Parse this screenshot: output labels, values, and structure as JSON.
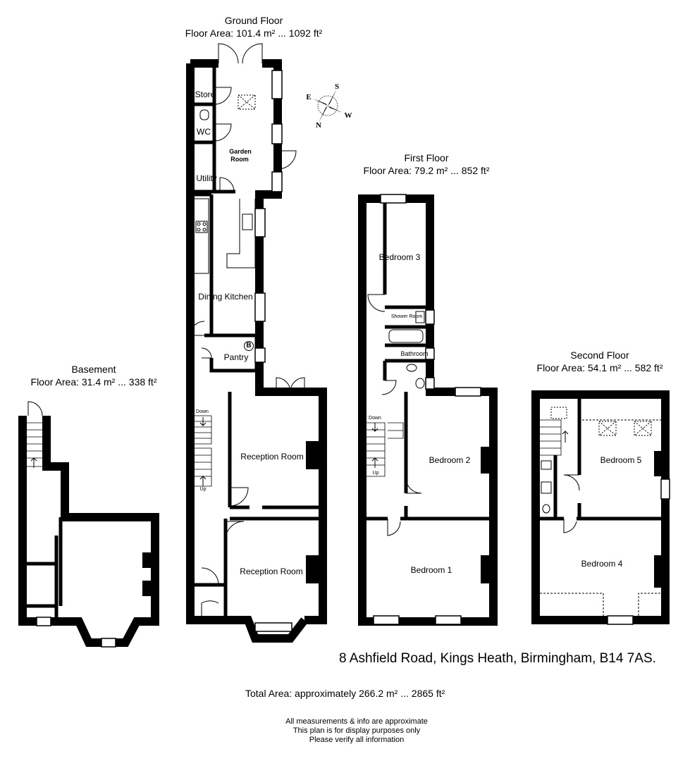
{
  "floors": {
    "ground": {
      "name": "Ground Floor",
      "area": "Floor Area: 101.4 m² ... 1092 ft²"
    },
    "first": {
      "name": "First Floor",
      "area": "Floor Area: 79.2 m² ... 852 ft²"
    },
    "second": {
      "name": "Second Floor",
      "area": "Floor Area: 54.1 m² ... 582 ft²"
    },
    "basement": {
      "name": "Basement",
      "area": "Floor Area: 31.4 m² ... 338 ft²"
    }
  },
  "rooms": {
    "store": "Store",
    "wc": "WC",
    "garden_room_line1": "Garden",
    "garden_room_line2": "Room",
    "utility": "Utility",
    "dining_kitchen": "Dining Kitchen",
    "pantry": "Pantry",
    "boiler": "B",
    "stairs_down": "Down",
    "stairs_up": "Up",
    "reception_1": "Reception Room",
    "reception_2": "Reception Room",
    "bedroom_3": "Bedroom 3",
    "shower_room": "Shower Room",
    "bathroom": "Bathroom",
    "bedroom_2": "Bedroom 2",
    "bedroom_1": "Bedroom 1",
    "first_down": "Down",
    "first_up": "Up",
    "bedroom_5": "Bedroom 5",
    "bedroom_4": "Bedroom 4"
  },
  "compass": {
    "s": "S",
    "e": "E",
    "w": "W",
    "n": "N"
  },
  "address": "8 Ashfield Road, Kings Heath, Birmingham, B14 7AS.",
  "total_area": "Total Area: approximately 266.2 m² ... 2865 ft²",
  "notes": [
    "All measurements & info are approximate",
    "This plan is for display purposes only",
    "Please verify all information"
  ]
}
